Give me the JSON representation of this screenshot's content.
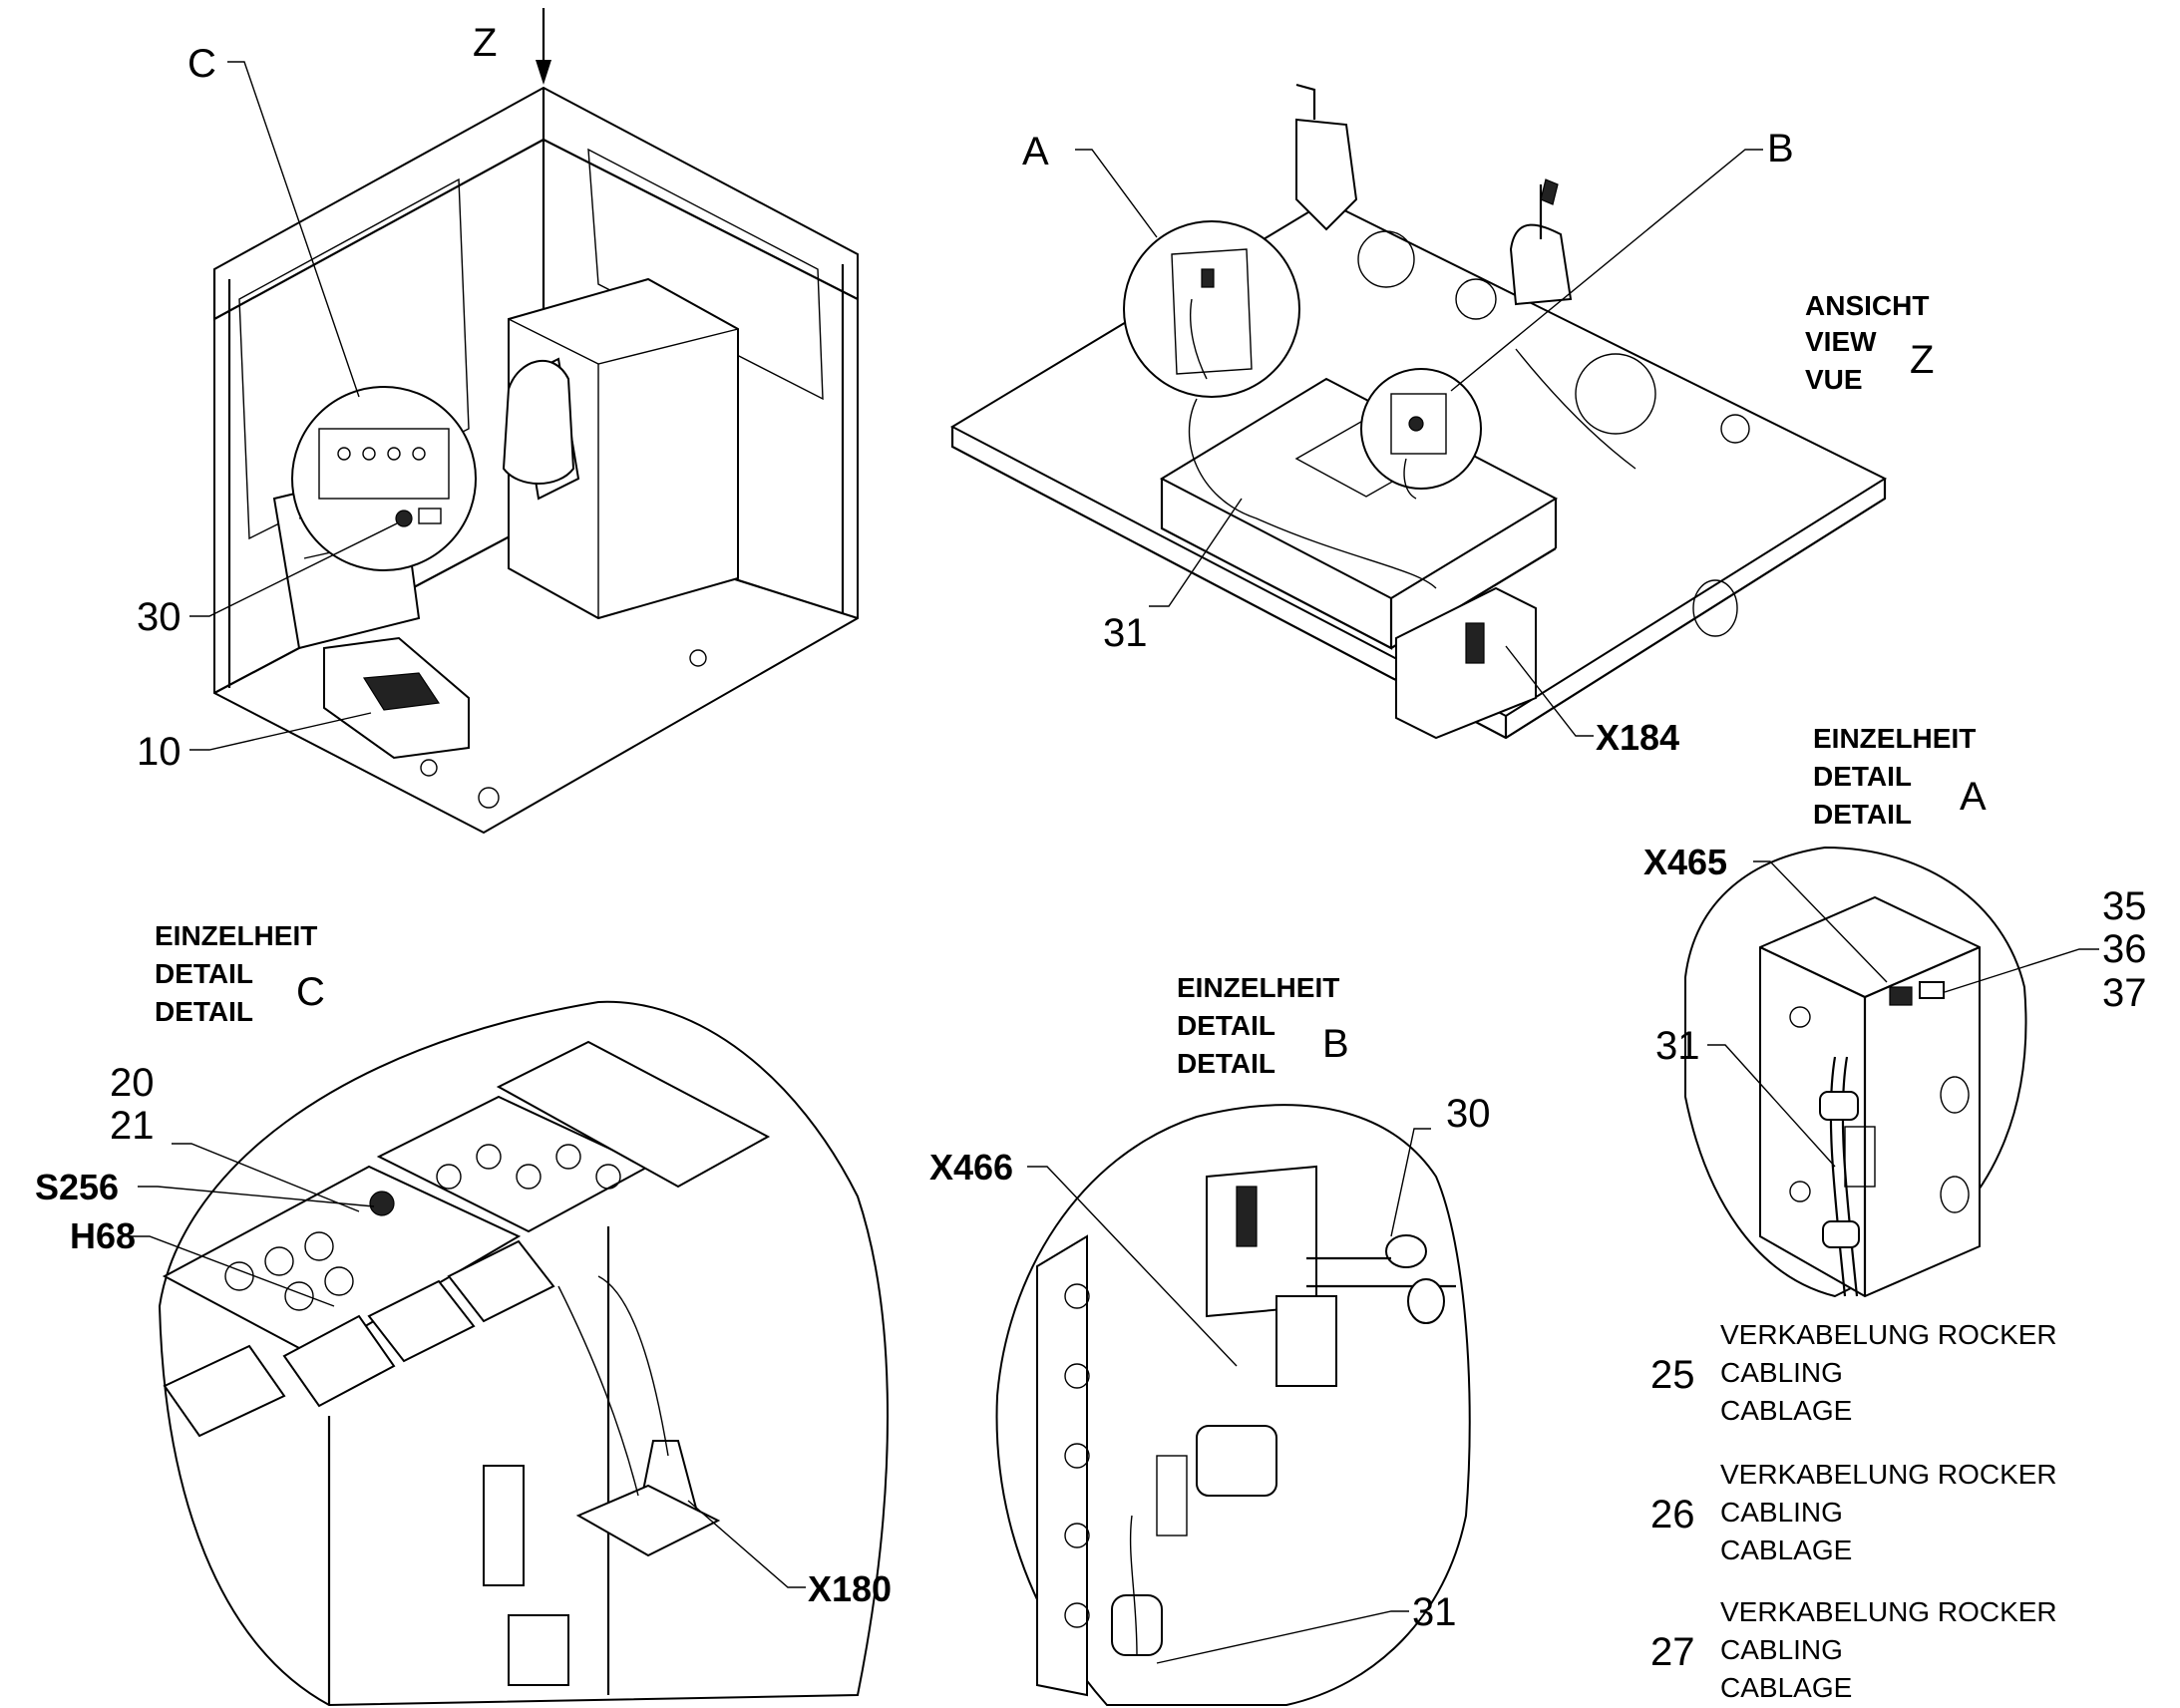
{
  "callouts": {
    "C": "C",
    "Z": "Z",
    "A": "A",
    "B": "B",
    "n30": "30",
    "n10": "10",
    "n31_top": "31",
    "x184": "X184",
    "x465": "X465",
    "n35": "35",
    "n36": "36",
    "n37": "37",
    "n31_a": "31",
    "n20": "20",
    "n21": "21",
    "s256": "S256",
    "h68": "H68",
    "x180": "X180",
    "x466": "X466",
    "n30_b": "30",
    "n31_b": "31"
  },
  "view_z": {
    "line1": "ANSICHT",
    "line2": "VIEW",
    "line3": "VUE",
    "letter": "Z"
  },
  "detail_a": {
    "line1": "EINZELHEIT",
    "line2": "DETAIL",
    "line3": "DETAIL",
    "letter": "A"
  },
  "detail_c": {
    "line1": "EINZELHEIT",
    "line2": "DETAIL",
    "line3": "DETAIL",
    "letter": "C"
  },
  "detail_b": {
    "line1": "EINZELHEIT",
    "line2": "DETAIL",
    "line3": "DETAIL",
    "letter": "B"
  },
  "legend": [
    {
      "num": "25",
      "line1": "VERKABELUNG ROCKER",
      "line2": "CABLING",
      "line3": "CABLAGE"
    },
    {
      "num": "26",
      "line1": "VERKABELUNG ROCKER",
      "line2": "CABLING",
      "line3": "CABLAGE"
    },
    {
      "num": "27",
      "line1": "VERKABELUNG ROCKER",
      "line2": "CABLING",
      "line3": "CABLAGE"
    }
  ]
}
